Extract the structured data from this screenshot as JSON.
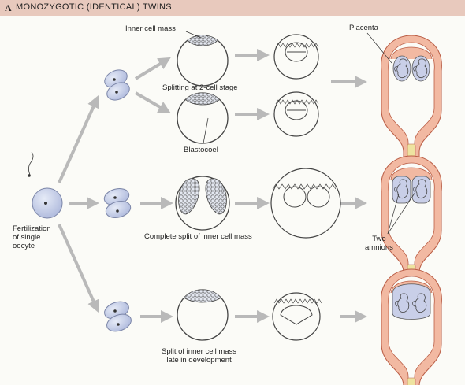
{
  "header": {
    "panel_letter": "A",
    "title": "MONOZYGOTIC (IDENTICAL) TWINS"
  },
  "labels": {
    "inner_cell_mass": "Inner cell mass",
    "splitting_2cell": "Splitting at 2-cell stage",
    "blastocoel": "Blastocoel",
    "placenta": "Placenta",
    "fertilization": [
      "Fertilization",
      "of single",
      "oocyte"
    ],
    "complete_split": "Complete split of inner cell mass",
    "two_amnions": [
      "Two",
      "amnions"
    ],
    "late_split": [
      "Split of inner cell mass",
      "late in development"
    ]
  },
  "colors": {
    "header": "#e8c9bd",
    "cell": "#c9cfe8",
    "placenta": "#f2b9a2",
    "uterus_line": "#b95c44",
    "arrow": "#b9b9b9",
    "cervix": "#eee3a0"
  }
}
